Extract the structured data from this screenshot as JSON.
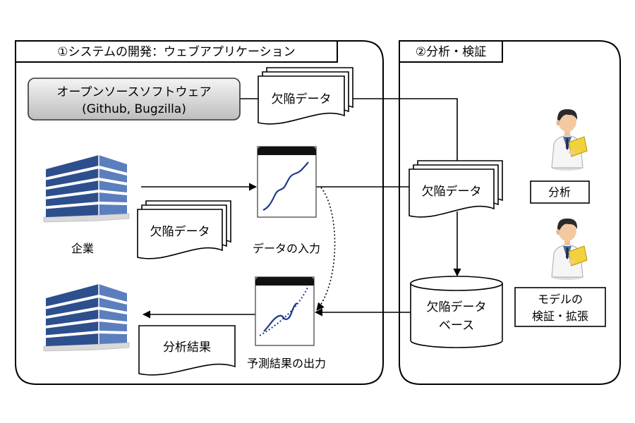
{
  "panels": {
    "development": {
      "title": "①システムの開発：ウェブアプリケーション"
    },
    "analysis": {
      "title": "②分析・検証"
    }
  },
  "oss": {
    "line1": "オープンソースソフトウェア",
    "line2": "(Github, Bugzilla)"
  },
  "docs": {
    "oss_defect": "欠陥データ",
    "company_defect": "欠陥データ",
    "analysis_defect": "欠陥データ",
    "result": "分析結果"
  },
  "labels": {
    "company": "企業",
    "data_input": "データの入力",
    "prediction_output": "予測結果の出力"
  },
  "database": {
    "line1": "欠陥データ",
    "line2": "ベース"
  },
  "roles": {
    "analysis": "分析",
    "model_line1": "モデルの",
    "model_line2": "検証・拡張"
  },
  "icons": {
    "company": "building-icon",
    "analyst": "doctor-icon",
    "chart": "chart-window-icon",
    "database": "database-icon"
  },
  "colors": {
    "building_front": "#2d4f8e",
    "building_side": "#5b7fbe",
    "building_base": "#d9d9d9",
    "chart_line": "#1f3c88",
    "folder": "#f2d23c"
  }
}
